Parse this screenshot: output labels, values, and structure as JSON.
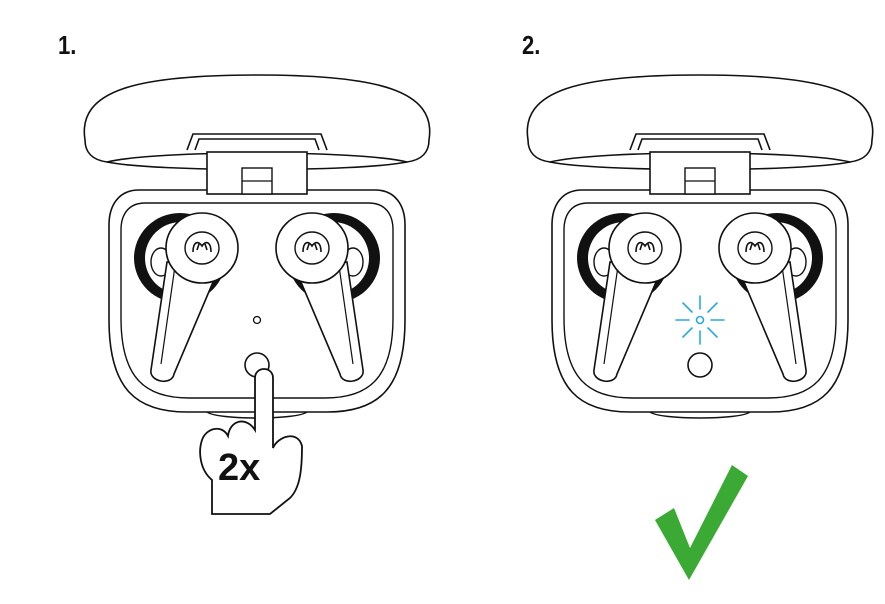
{
  "steps": [
    {
      "label": "1.",
      "press_count": "2x"
    },
    {
      "label": "2."
    }
  ],
  "icons": [
    "earbud-case-open",
    "pointing-hand",
    "led-blink",
    "checkmark"
  ],
  "colors": {
    "line": "#111111",
    "led": "#29a9e1",
    "check": "#3aaa35"
  }
}
